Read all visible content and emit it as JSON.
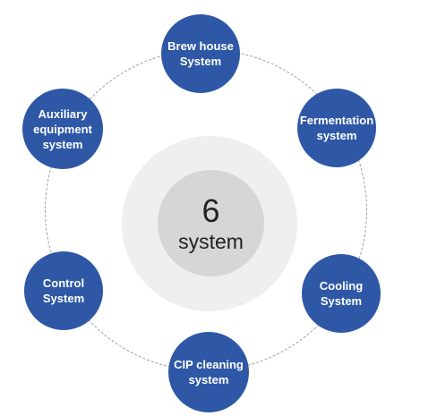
{
  "center": {
    "number": "6",
    "label": "system"
  },
  "nodes": [
    {
      "id": "brew-house",
      "label": "Brew house\nSystem"
    },
    {
      "id": "fermentation",
      "label": "Fermentation\nsystem"
    },
    {
      "id": "cooling",
      "label": "Cooling\nSystem"
    },
    {
      "id": "cip-cleaning",
      "label": "CIP cleaning\nsystem"
    },
    {
      "id": "control",
      "label": "Control\nSystem"
    },
    {
      "id": "auxiliary",
      "label": "Auxiliary\nequipment\nsystem"
    }
  ],
  "colors": {
    "node_fill": "#2e58a6",
    "node_text": "#ffffff",
    "halo": "#efefef",
    "core": "#d6d6d6",
    "ring": "#9a9a9a"
  }
}
